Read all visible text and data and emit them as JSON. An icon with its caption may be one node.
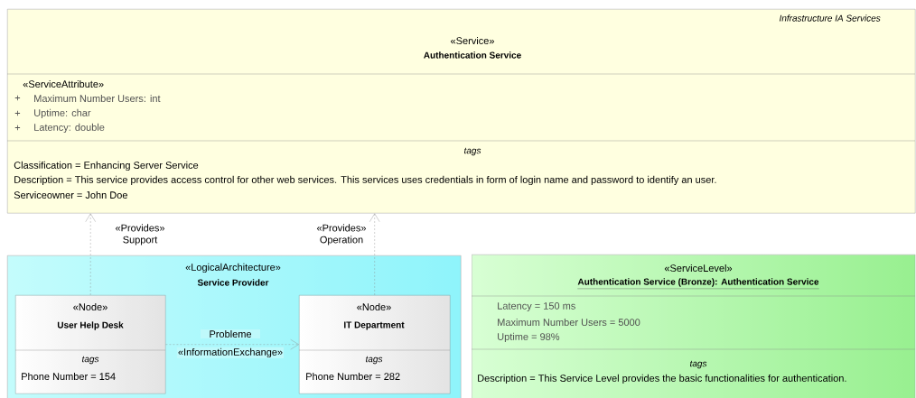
{
  "diagram": {
    "nodes": [
      {
        "text": [
          "Infrastructure IA Services",
          "«Service»",
          "Authentication Service",
          "«ServiceAttribute»",
          "+",
          "Maximum Number Users: int",
          "+",
          "Uptime: char",
          "+",
          "Latency: double",
          "tags",
          "Classification = Enhancing Server Service",
          "Description = This service provides access control for other web services. This services uses credentials in form of login name and password to identify an user.",
          "Serviceowner = John Doe"
        ]
      },
      {
        "text": [
          "«LogicalArchitecture»",
          "Service Provider"
        ]
      },
      {
        "text": [
          "«Node»",
          "User Help Desk",
          "tags",
          "Phone Number = 154"
        ],
        "in": 1
      },
      {
        "text": [
          "«Node»",
          "IT Department",
          "tags",
          "Phone Number = 282"
        ],
        "in": 1
      },
      {
        "text": [
          "«ServiceLevel»",
          "Authentication Service (Bronze): Authentication Service",
          "Latency = 150 ms",
          "Maximum Number Users = 5000",
          "Uptime = 98%",
          "tags",
          "Description = This Service Level provides the basic functionalities for authentication."
        ]
      }
    ],
    "edges": [
      {
        "from": 2,
        "to": 0,
        "arrow": "to",
        "label": "«Provides» Support",
        "style": "dashed"
      },
      {
        "from": 3,
        "to": 0,
        "arrow": "to",
        "label": "«Provides» Operation",
        "style": "dashed"
      },
      {
        "from": 2,
        "to": 3,
        "arrow": "to",
        "label": "Probleme",
        "style": "dashed"
      }
    ],
    "labels": [
      "«InformationExchange»"
    ]
  }
}
